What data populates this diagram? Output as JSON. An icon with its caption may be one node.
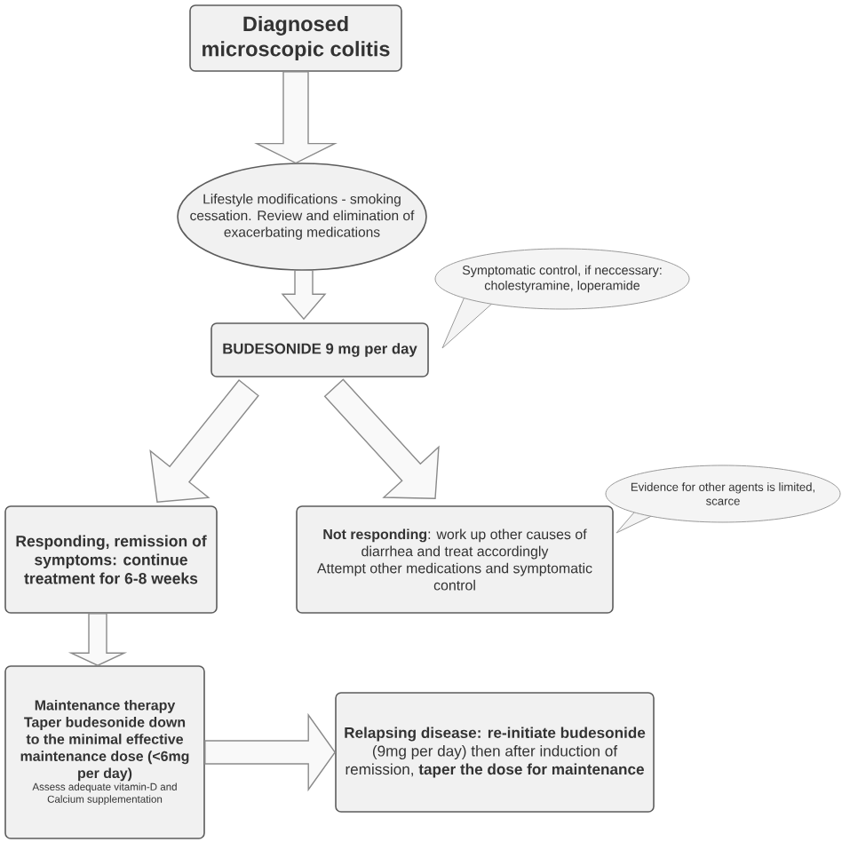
{
  "diagram": {
    "nodes": [
      {
        "text": [
          "Diagnosed microscopic colitis"
        ]
      },
      {
        "text": [
          "Lifestyle modifications - smoking cessation. Review and elimination of exacerbating medications"
        ]
      },
      {
        "text": [
          "Symptomatic control, if neccessary: cholestyramine, loperamide"
        ]
      },
      {
        "text": [
          "BUDESONIDE 9 mg per day"
        ]
      },
      {
        "text": [
          "Evidence for other agents is limited, scarce"
        ]
      },
      {
        "text": [
          "Responding, remission of symptoms: continue treatment for 6-8 weeks"
        ]
      },
      {
        "text": [
          "**Not responding**: work up other causes of diarrhea and treat accordingly",
          "Attempt other medications and symptomatic control"
        ]
      },
      {
        "text": [
          "Maintenance therapy",
          "Taper budesonide down to the minimal effective maintenance dose (<6mg per day)",
          "Assess adequate vitamin-D and Calcium supplementation"
        ]
      },
      {
        "text": [
          "**Relapsing disease: re-initiate budesonide** (9mg per day) then after induction of remission, **taper the dose for maintenance**"
        ]
      }
    ],
    "edges": [
      {
        "from": 0,
        "to": 1,
        "arrow": "to"
      },
      {
        "from": 1,
        "to": 3,
        "arrow": "to"
      },
      {
        "from": 3,
        "to": 5,
        "arrow": "to"
      },
      {
        "from": 3,
        "to": 6,
        "arrow": "to"
      },
      {
        "from": 5,
        "to": 7,
        "arrow": "to"
      },
      {
        "from": 7,
        "to": 8,
        "arrow": "to"
      }
    ]
  }
}
